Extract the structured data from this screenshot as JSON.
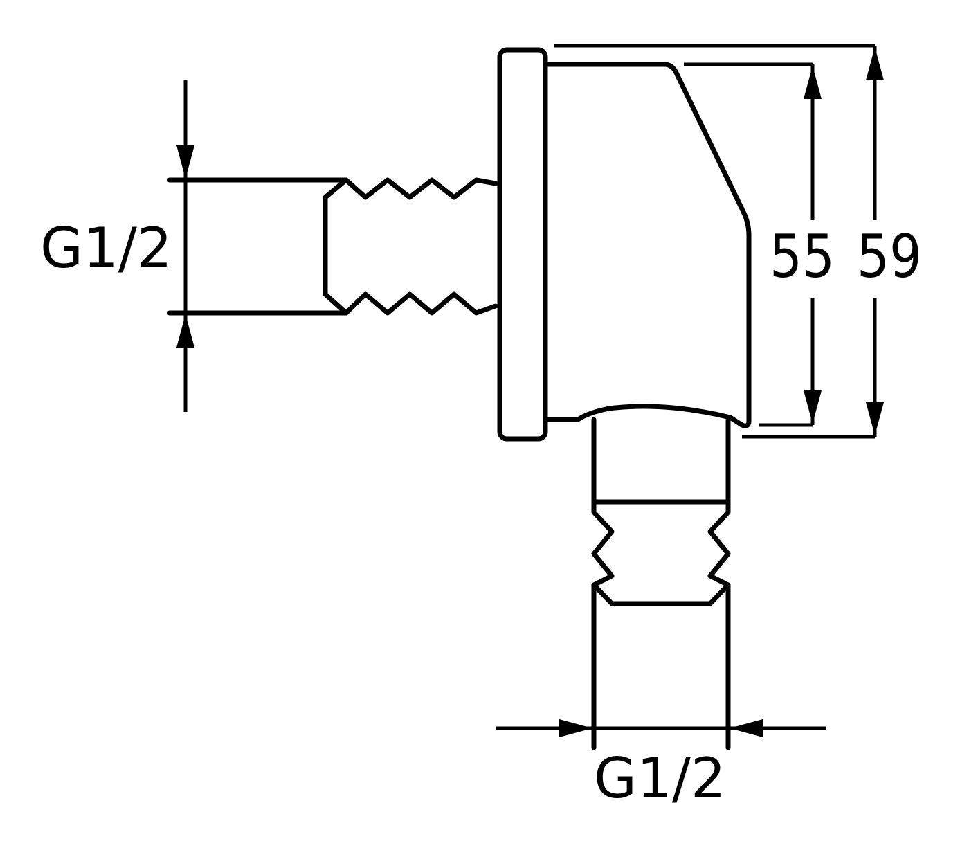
{
  "drawing": {
    "labels": {
      "inlet_thread": "G1/2",
      "outlet_thread": "G1/2",
      "body_height": "55",
      "overall_height": "59"
    },
    "line_color": "#000000",
    "background": "#ffffff"
  }
}
